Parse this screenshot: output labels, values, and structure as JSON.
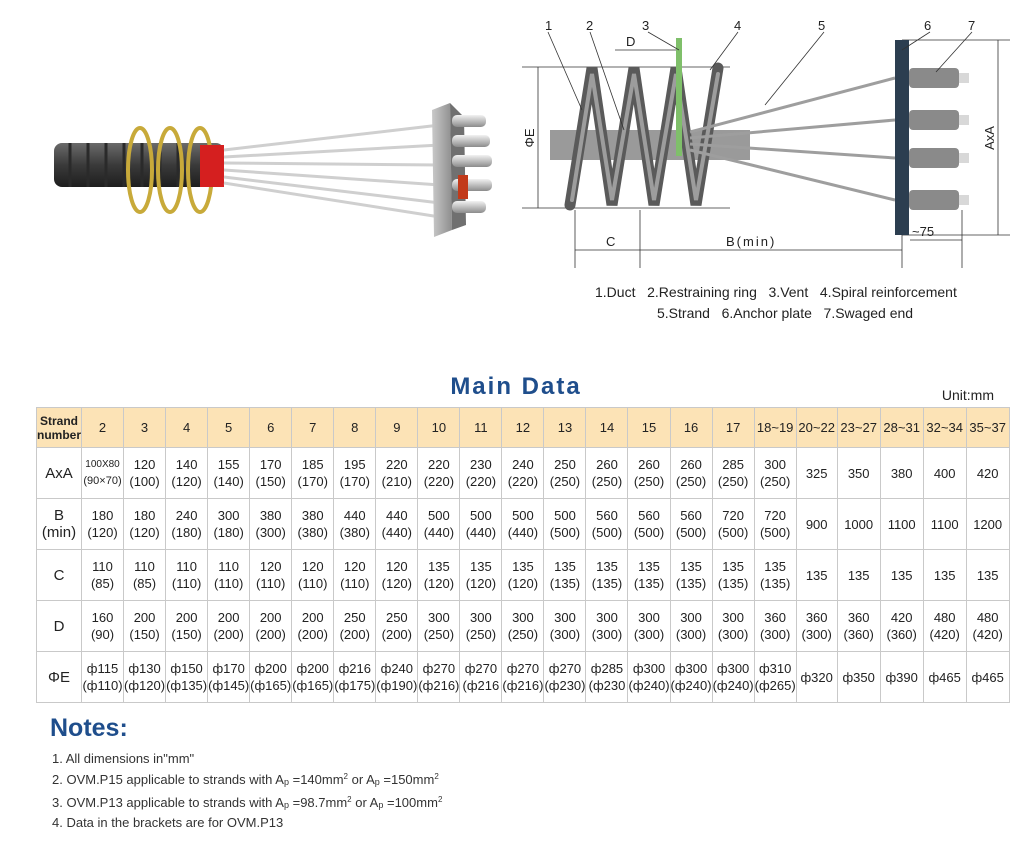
{
  "diagram": {
    "callouts": [
      "1",
      "2",
      "3",
      "4",
      "5",
      "6",
      "7"
    ],
    "dim_d": "D",
    "dim_e": "ΦE",
    "dim_axa": "AxA",
    "dim_c": "C",
    "dim_b": "B(min)",
    "dim_75": "~75"
  },
  "legend": {
    "line1": "1.Duct   2.Restraining ring   3.Vent   4.Spiral reinforcement",
    "line2": "5.Strand   6.Anchor plate   7.Swaged end"
  },
  "title": "Main Data",
  "unit": "Unit:mm",
  "table": {
    "header_label": [
      "Strand",
      "number"
    ],
    "columns": [
      "2",
      "3",
      "4",
      "5",
      "6",
      "7",
      "8",
      "9",
      "10",
      "11",
      "12",
      "13",
      "14",
      "15",
      "16",
      "17",
      "18~19",
      "20~22",
      "23~27",
      "28~31",
      "32~34",
      "35~37"
    ],
    "rows": [
      {
        "label": [
          "AxA"
        ],
        "cells": [
          [
            "100X80",
            "(90×70)"
          ],
          [
            "120",
            "(100)"
          ],
          [
            "140",
            "(120)"
          ],
          [
            "155",
            "(140)"
          ],
          [
            "170",
            "(150)"
          ],
          [
            "185",
            "(170)"
          ],
          [
            "195",
            "(170)"
          ],
          [
            "220",
            "(210)"
          ],
          [
            "220",
            "(220)"
          ],
          [
            "230",
            "(220)"
          ],
          [
            "240",
            "(220)"
          ],
          [
            "250",
            "(250)"
          ],
          [
            "260",
            "(250)"
          ],
          [
            "260",
            "(250)"
          ],
          [
            "260",
            "(250)"
          ],
          [
            "285",
            "(250)"
          ],
          [
            "300",
            "(250)"
          ],
          [
            "325"
          ],
          [
            "350"
          ],
          [
            "380"
          ],
          [
            "400"
          ],
          [
            "420"
          ]
        ]
      },
      {
        "label": [
          "B",
          "(min)"
        ],
        "cells": [
          [
            "180",
            "(120)"
          ],
          [
            "180",
            "(120)"
          ],
          [
            "240",
            "(180)"
          ],
          [
            "300",
            "(180)"
          ],
          [
            "380",
            "(300)"
          ],
          [
            "380",
            "(380)"
          ],
          [
            "440",
            "(380)"
          ],
          [
            "440",
            "(440)"
          ],
          [
            "500",
            "(440)"
          ],
          [
            "500",
            "(440)"
          ],
          [
            "500",
            "(440)"
          ],
          [
            "500",
            "(500)"
          ],
          [
            "560",
            "(500)"
          ],
          [
            "560",
            "(500)"
          ],
          [
            "560",
            "(500)"
          ],
          [
            "720",
            "(500)"
          ],
          [
            "720",
            "(500)"
          ],
          [
            "900"
          ],
          [
            "1000"
          ],
          [
            "1100"
          ],
          [
            "1100"
          ],
          [
            "1200"
          ]
        ]
      },
      {
        "label": [
          "C"
        ],
        "cells": [
          [
            "110",
            "(85)"
          ],
          [
            "110",
            "(85)"
          ],
          [
            "110",
            "(110)"
          ],
          [
            "110",
            "(110)"
          ],
          [
            "120",
            "(110)"
          ],
          [
            "120",
            "(110)"
          ],
          [
            "120",
            "(110)"
          ],
          [
            "120",
            "(120)"
          ],
          [
            "135",
            "(120)"
          ],
          [
            "135",
            "(120)"
          ],
          [
            "135",
            "(120)"
          ],
          [
            "135",
            "(135)"
          ],
          [
            "135",
            "(135)"
          ],
          [
            "135",
            "(135)"
          ],
          [
            "135",
            "(135)"
          ],
          [
            "135",
            "(135)"
          ],
          [
            "135",
            "(135)"
          ],
          [
            "135"
          ],
          [
            "135"
          ],
          [
            "135"
          ],
          [
            "135"
          ],
          [
            "135"
          ]
        ]
      },
      {
        "label": [
          "D"
        ],
        "cells": [
          [
            "160",
            "(90)"
          ],
          [
            "200",
            "(150)"
          ],
          [
            "200",
            "(150)"
          ],
          [
            "200",
            "(200)"
          ],
          [
            "200",
            "(200)"
          ],
          [
            "200",
            "(200)"
          ],
          [
            "250",
            "(200)"
          ],
          [
            "250",
            "(200)"
          ],
          [
            "300",
            "(250)"
          ],
          [
            "300",
            "(250)"
          ],
          [
            "300",
            "(250)"
          ],
          [
            "300",
            "(300)"
          ],
          [
            "300",
            "(300)"
          ],
          [
            "300",
            "(300)"
          ],
          [
            "300",
            "(300)"
          ],
          [
            "300",
            "(300)"
          ],
          [
            "360",
            "(300)"
          ],
          [
            "360",
            "(300)"
          ],
          [
            "360",
            "(360)"
          ],
          [
            "420",
            "(360)"
          ],
          [
            "480",
            "(420)"
          ],
          [
            "480",
            "(420)"
          ]
        ]
      },
      {
        "label": [
          "ΦE"
        ],
        "cells": [
          [
            "ф115",
            "(ф110)"
          ],
          [
            "ф130",
            "(ф120)"
          ],
          [
            "ф150",
            "(ф135)"
          ],
          [
            "ф170",
            "(ф145)"
          ],
          [
            "ф200",
            "(ф165)"
          ],
          [
            "ф200",
            "(ф165)"
          ],
          [
            "ф216",
            "(ф175)"
          ],
          [
            "ф240",
            "(ф190)"
          ],
          [
            "ф270",
            "(ф216)"
          ],
          [
            "ф270",
            "(ф216"
          ],
          [
            "ф270",
            "(ф216)"
          ],
          [
            "ф270",
            "(ф230)"
          ],
          [
            "ф285",
            "(ф230"
          ],
          [
            "ф300",
            "(ф240)"
          ],
          [
            "ф300",
            "(ф240)"
          ],
          [
            "ф300",
            "(ф240)"
          ],
          [
            "ф310",
            "(ф265)"
          ],
          [
            "ф320"
          ],
          [
            "ф350"
          ],
          [
            "ф390"
          ],
          [
            "ф465"
          ],
          [
            "ф465"
          ]
        ]
      }
    ]
  },
  "notes": {
    "title": "Notes:",
    "n1": "1. All dimensions in\"mm\"",
    "n2_pre": "2. OVM.P15 applicable to strands with A",
    "n2_mid1": " =140mm",
    "n2_or": " or A",
    "n2_mid2": " =150mm",
    "n3_pre": "3. OVM.P13 applicable to strands with A",
    "n3_mid1": " =98.7mm",
    "n3_or": " or A",
    "n3_mid2": " =100mm",
    "sub_p": "p",
    "sup_2": "2",
    "n4": "4. Data in the brackets are for OVM.P13"
  }
}
